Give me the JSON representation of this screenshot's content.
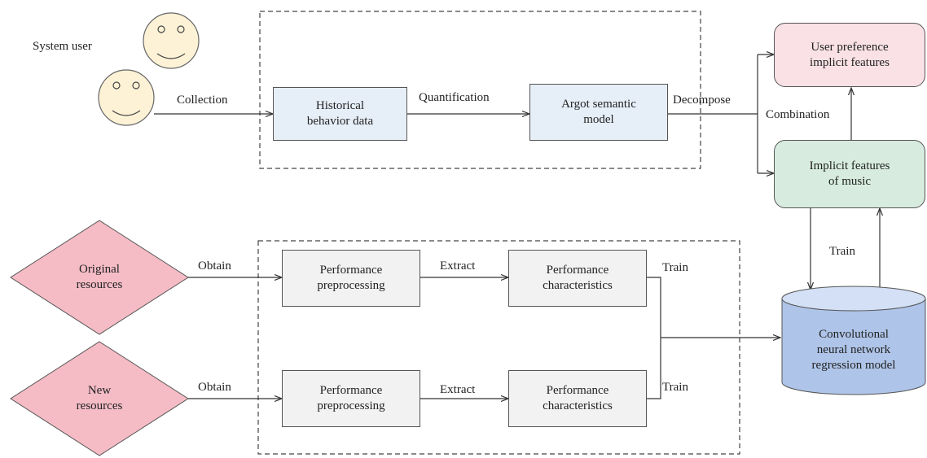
{
  "actors": {
    "system_user": "System user"
  },
  "top_flow": {
    "collection": "Collection",
    "historical_l1": "Historical",
    "historical_l2": "behavior data",
    "quantification": "Quantification",
    "argot_l1": "Argot semantic",
    "argot_l2": "model",
    "decompose": "Decompose"
  },
  "right_flow": {
    "user_pref_l1": "User preference",
    "user_pref_l2": "implicit features",
    "combination": "Combination",
    "music_l1": "Implicit features",
    "music_l2": "of music",
    "train": "Train",
    "cnn_l1": "Convolutional",
    "cnn_l2": "neural network",
    "cnn_l3": "regression model"
  },
  "bottom_flow": {
    "original_l1": "Original",
    "original_l2": "resources",
    "new_l1": "New",
    "new_l2": "resources",
    "obtain": "Obtain",
    "perf_pre_l1": "Performance",
    "perf_pre_l2": "preprocessing",
    "extract": "Extract",
    "perf_char_l1": "Performance",
    "perf_char_l2": "characteristics",
    "train": "Train"
  },
  "colors": {
    "face_fill": "#fdf2d6",
    "blue_box": "#e6eef8",
    "pink_box": "#f9e1e6",
    "green_box": "#d7ecdf",
    "diamond": "#f5bcc6",
    "gray_box": "#f2f2f2",
    "cylinder_body": "#aec4e8",
    "cylinder_top": "#d3e0f5",
    "line": "#333333"
  }
}
